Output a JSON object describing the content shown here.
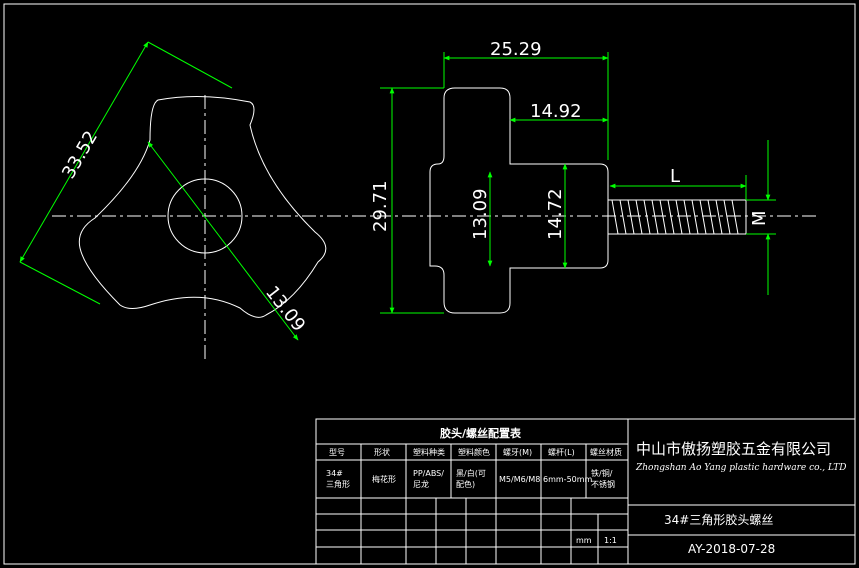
{
  "dimensions": {
    "knob_span": "33.52",
    "head_width": "25.29",
    "neck_width": "14.92",
    "head_height": "29.71",
    "neck_height_a": "13.09",
    "neck_height_b": "14.72",
    "hole_dia": "13.09",
    "screw_length": "L",
    "thread": "M"
  },
  "title_block": {
    "table_title": "胶头/螺丝配置表",
    "headers": [
      "型号",
      "形状",
      "塑料种类",
      "塑料颜色",
      "螺牙(M)",
      "螺杆(L)",
      "螺丝材质"
    ],
    "row": [
      "34#\n三角形",
      "梅花形",
      "PP/ABS/\n尼龙",
      "黑/白(可\n配色)",
      "M5/M6/M8",
      "6mm-50mm",
      "铁/铜/\n不锈钢"
    ],
    "company_cn": "中山市傲扬塑胶五金有限公司",
    "company_en": "Zhongshan Ao Yang plastic hardware co., LTD",
    "part_name": "34#三角形胶头螺丝",
    "date": "AY-2018-07-28",
    "unit": "mm",
    "scale": "1:1"
  },
  "colors": {
    "outline": "#ffffff",
    "dimension": "#00ff00",
    "background": "#000000"
  }
}
